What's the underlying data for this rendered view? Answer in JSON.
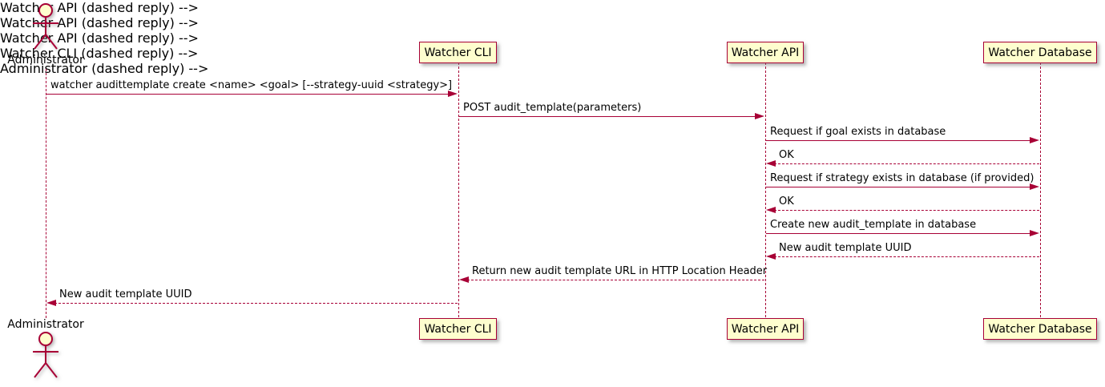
{
  "diagram": {
    "type": "uml-sequence-diagram",
    "colors": {
      "accent": "#A80036",
      "participant_fill": "#FEFECE",
      "text": "#000000",
      "background": "#FFFFFF"
    },
    "actor": {
      "name": "Administrator"
    },
    "participants": [
      {
        "label": "Watcher CLI"
      },
      {
        "label": "Watcher API"
      },
      {
        "label": "Watcher Database"
      }
    ],
    "messages": [
      {
        "from": "Administrator",
        "to": "Watcher CLI",
        "style": "solid",
        "text": "watcher audittemplate create <name> <goal> [--strategy-uuid <strategy>]"
      },
      {
        "from": "Watcher CLI",
        "to": "Watcher API",
        "style": "solid",
        "text": "POST audit_template(parameters)"
      },
      {
        "from": "Watcher API",
        "to": "Watcher Database",
        "style": "solid",
        "text": "Request if goal exists in database"
      },
      {
        "from": "Watcher Database",
        "to": "Watcher API",
        "style": "dashed",
        "text": "OK"
      },
      {
        "from": "Watcher API",
        "to": "Watcher Database",
        "style": "solid",
        "text": "Request if strategy exists in database (if provided)"
      },
      {
        "from": "Watcher Database",
        "to": "Watcher API",
        "style": "dashed",
        "text": "OK"
      },
      {
        "from": "Watcher API",
        "to": "Watcher Database",
        "style": "solid",
        "text": "Create new audit_template in database"
      },
      {
        "from": "Watcher Database",
        "to": "Watcher API",
        "style": "dashed",
        "text": "New audit template UUID"
      },
      {
        "from": "Watcher API",
        "to": "Watcher CLI",
        "style": "dashed",
        "text": "Return new audit template URL in HTTP Location Header"
      },
      {
        "from": "Watcher CLI",
        "to": "Administrator",
        "style": "dashed",
        "text": "New audit template UUID"
      }
    ]
  }
}
